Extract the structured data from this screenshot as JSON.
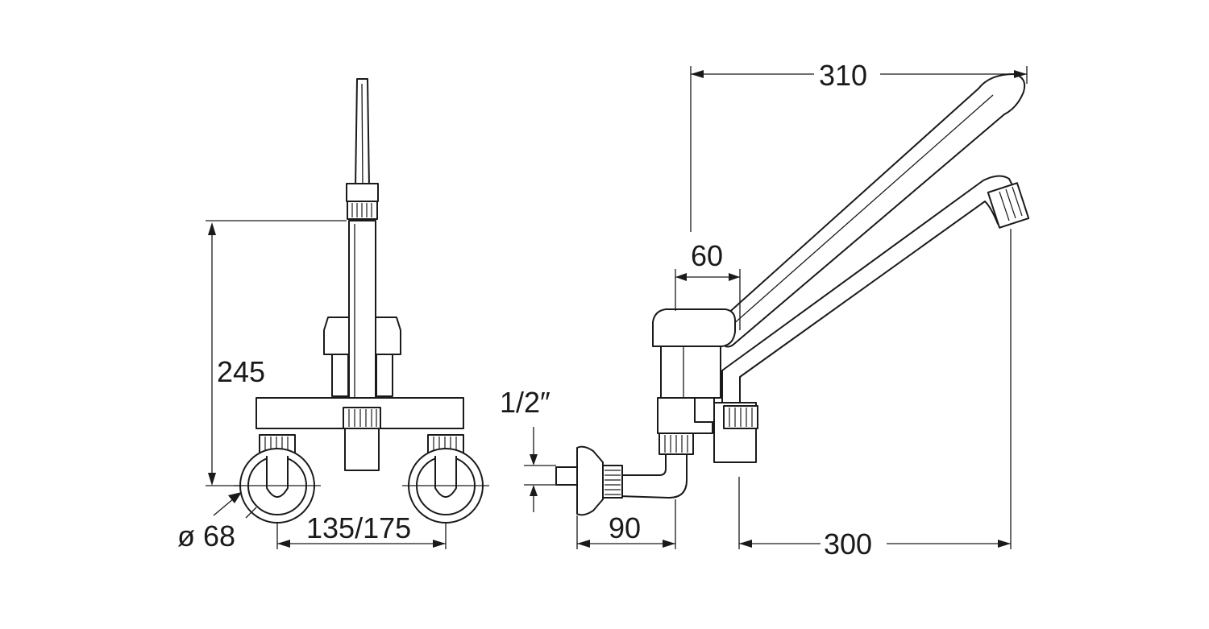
{
  "labels": {
    "height_total": "245",
    "pipe_diameter": "ø 68",
    "centers": "135/175",
    "thread": "1/2″",
    "body_width": "60",
    "spout_length_top": "310",
    "spout_length_bottom": "300",
    "wall_offset": "90"
  }
}
